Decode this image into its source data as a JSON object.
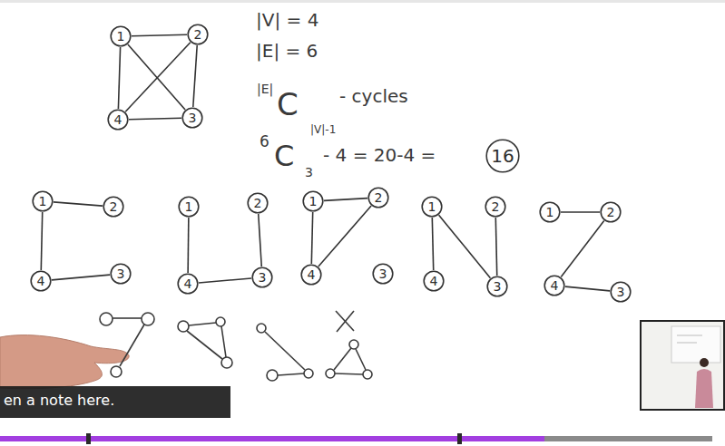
{
  "diagram": {
    "nodes": [
      {
        "text": [
          "1"
        ]
      },
      {
        "text": [
          "2"
        ]
      },
      {
        "text": [
          "4"
        ]
      },
      {
        "text": [
          "3"
        ]
      },
      {
        "text": [
          "16"
        ]
      },
      {
        "text": [
          "1"
        ]
      },
      {
        "text": [
          "2"
        ]
      },
      {
        "text": [
          "4"
        ]
      },
      {
        "text": [
          "3"
        ]
      },
      {
        "text": [
          "1"
        ]
      },
      {
        "text": [
          "2"
        ]
      },
      {
        "text": [
          "4"
        ]
      },
      {
        "text": [
          "3"
        ]
      },
      {
        "text": [
          "1"
        ]
      },
      {
        "text": [
          "2"
        ]
      },
      {
        "text": [
          "4"
        ]
      },
      {
        "text": [
          "3"
        ]
      },
      {
        "text": [
          "1"
        ]
      },
      {
        "text": [
          "2"
        ]
      },
      {
        "text": [
          "4"
        ]
      },
      {
        "text": [
          "3"
        ]
      },
      {
        "text": [
          "1"
        ]
      },
      {
        "text": [
          "2"
        ]
      },
      {
        "text": [
          "4"
        ]
      },
      {
        "text": [
          "3"
        ]
      }
    ],
    "edges": [
      {
        "from": 0,
        "to": 1,
        "arrow": "none"
      },
      {
        "from": 0,
        "to": 2,
        "arrow": "none"
      },
      {
        "from": 0,
        "to": 3,
        "arrow": "none"
      },
      {
        "from": 1,
        "to": 2,
        "arrow": "none"
      },
      {
        "from": 1,
        "to": 3,
        "arrow": "none"
      },
      {
        "from": 2,
        "to": 3,
        "arrow": "none"
      },
      {
        "from": 5,
        "to": 6,
        "arrow": "none"
      },
      {
        "from": 5,
        "to": 7,
        "arrow": "none"
      },
      {
        "from": 7,
        "to": 8,
        "arrow": "none"
      },
      {
        "from": 9,
        "to": 11,
        "arrow": "none"
      },
      {
        "from": 10,
        "to": 12,
        "arrow": "none"
      },
      {
        "from": 11,
        "to": 12,
        "arrow": "none"
      },
      {
        "from": 13,
        "to": 14,
        "arrow": "none"
      },
      {
        "from": 13,
        "to": 15,
        "arrow": "none"
      },
      {
        "from": 15,
        "to": 14,
        "arrow": "none"
      },
      {
        "from": 17,
        "to": 19,
        "arrow": "none"
      },
      {
        "from": 17,
        "to": 20,
        "arrow": "none"
      },
      {
        "from": 18,
        "to": 20,
        "arrow": "none"
      },
      {
        "from": 21,
        "to": 22,
        "arrow": "none"
      },
      {
        "from": 22,
        "to": 23,
        "arrow": "none"
      },
      {
        "from": 23,
        "to": 24,
        "arrow": "none"
      }
    ],
    "labels": [
      "|V| = 4",
      "|E| = 6",
      "|E|",
      "C",
      "|V|-1",
      "- cycles",
      "6",
      "C",
      "3",
      "- 4 = 20-4 =",
      "en a note here."
    ]
  }
}
